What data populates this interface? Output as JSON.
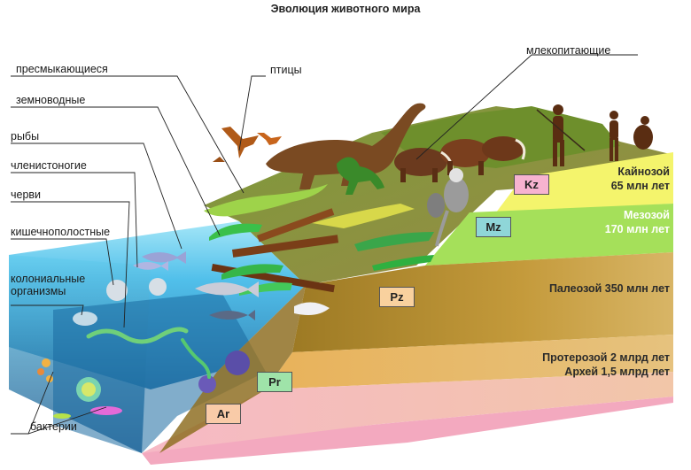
{
  "title": "Эволюция животного мира",
  "labels": {
    "mammals": "млекопитающие",
    "reptiles": "пресмыкающиеся",
    "birds": "птицы",
    "amphibians": "земноводные",
    "fish": "рыбы",
    "arthropods": "членистоногие",
    "worms": "черви",
    "cnidarians": "кишечнополостные",
    "colonial": "колониальные организмы",
    "bacteria": "бактерии"
  },
  "eras": {
    "kz": {
      "code": "Kz",
      "name": "Кайнозой",
      "age": "65 млн лет"
    },
    "mz": {
      "code": "Mz",
      "name": "Мезозой",
      "age": "170 млн лет"
    },
    "pz": {
      "code": "Pz",
      "name": "Палеозой 350 млн лет"
    },
    "pr": {
      "code": "Pr",
      "name": "Протерозой 2 млрд лет"
    },
    "ar": {
      "code": "Ar",
      "name": "Архей 1,5 млрд лет"
    }
  },
  "colors": {
    "kz_layer": "#f2f268",
    "mz_layer": "#a6e35a",
    "pz_layer": "#b08a2c",
    "pr_layer": "#ecc0c8",
    "ar_layer": "#f7c9cf",
    "ocean": "#38b5e6",
    "kz_box": "#f7b3d0",
    "mz_box": "#8fd6d8",
    "pz_box": "#f9d19e",
    "pr_box": "#9fe3a9",
    "ar_box": "#f9cba8"
  }
}
